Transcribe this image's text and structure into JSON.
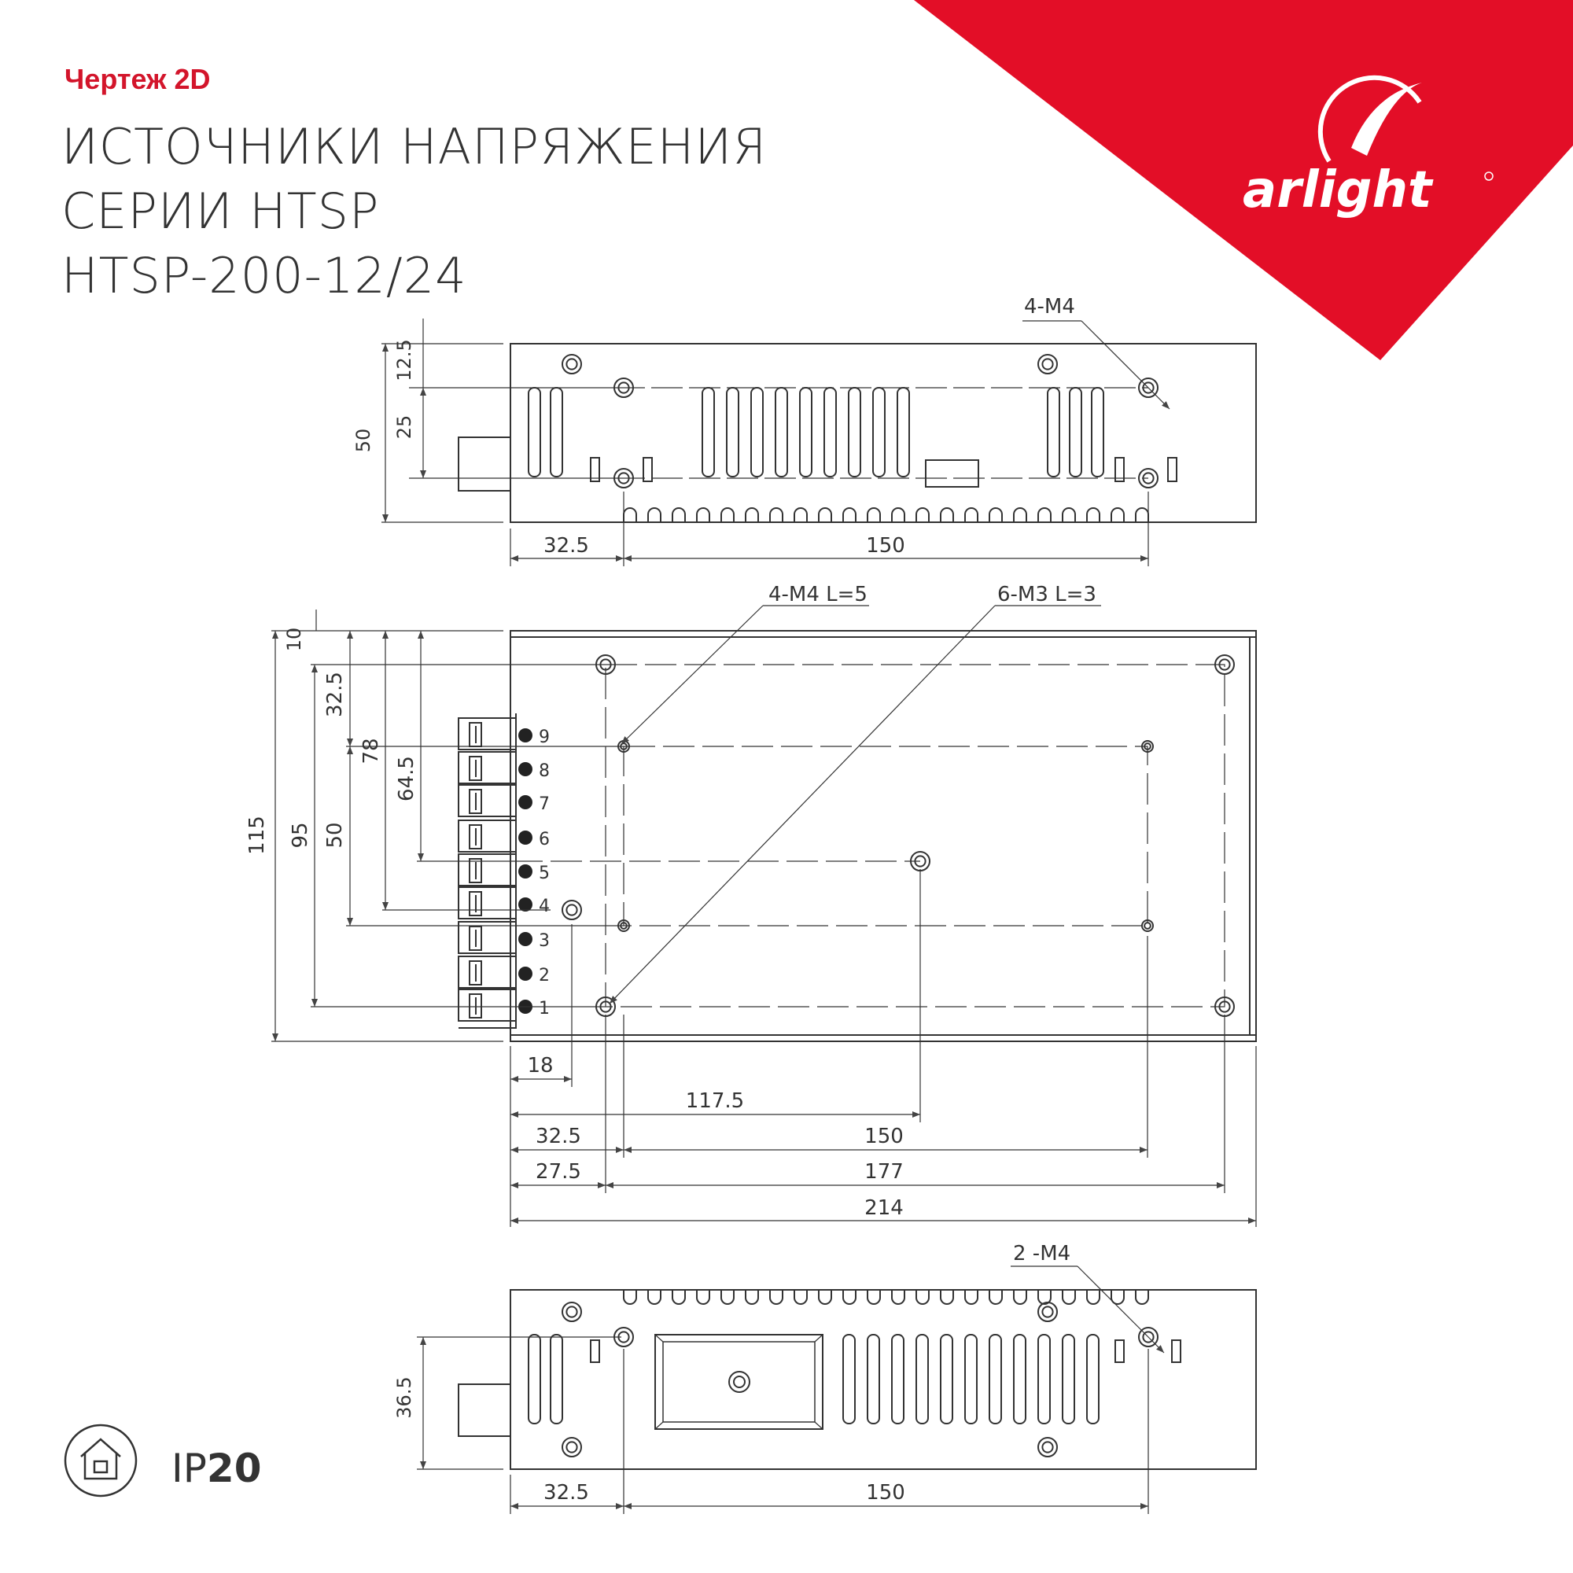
{
  "header": {
    "subtitle": "Чертеж 2D",
    "title_line1": "ИСТОЧНИКИ НАПРЯЖЕНИЯ",
    "title_line2": "СЕРИИ HTSP",
    "title_line3": "HTSP-200-12/24"
  },
  "brand": {
    "logo_text": "arlight",
    "accent_color": "#e30e27",
    "logo_icon": "arlight-swoosh-logo"
  },
  "ip_rating": {
    "prefix": "IP",
    "value": "20",
    "icon": "house-icon"
  },
  "top_view": {
    "dims_left": [
      "50",
      "12.5",
      "25"
    ],
    "dims_bottom": [
      "32.5",
      "150"
    ],
    "callout": "4-M4"
  },
  "front_view": {
    "dims_left": [
      "115",
      "95",
      "50",
      "10",
      "32.5",
      "78",
      "64.5"
    ],
    "dims_bottom": [
      "18",
      "117.5",
      "32.5",
      "150",
      "27.5",
      "177",
      "214"
    ],
    "callouts": [
      "4-M4 L=5",
      "6-M3 L=3"
    ],
    "terminals": [
      "9",
      "8",
      "7",
      "6",
      "5",
      "4",
      "3",
      "2",
      "1"
    ]
  },
  "bottom_view": {
    "dims_left": [
      "36.5"
    ],
    "dims_bottom": [
      "32.5",
      "150"
    ],
    "callout": "2 -M4"
  }
}
